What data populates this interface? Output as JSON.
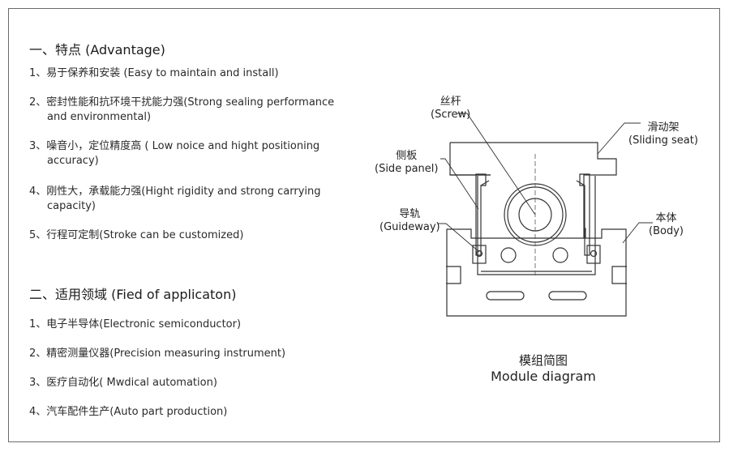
{
  "advantage": {
    "title": "一、特点 (Advantage)",
    "items": [
      {
        "line1": "1、易于保养和安装 (Easy to maintain and install)",
        "line2": ""
      },
      {
        "line1": "2、密封性能和抗环境干扰能力强(Strong sealing performance",
        "line2": "and environmental)"
      },
      {
        "line1": "3、噪音小，定位精度高 ( Low noice and hight positioning",
        "line2": "accuracy)"
      },
      {
        "line1": "4、刚性大，承载能力强(Hight rigidity and strong carrying",
        "line2": "capacity)"
      },
      {
        "line1": "5、行程可定制(Stroke can be customized)",
        "line2": ""
      }
    ]
  },
  "application": {
    "title": "二、适用领域 (Fied of applicaton)",
    "items": [
      "1、电子半导体(Electronic semiconductor)",
      "2、精密测量仪器(Precision measuring instrument)",
      "3、医疗自动化( Mwdical automation)",
      "4、汽车配件生产(Auto part production)"
    ]
  },
  "diagram": {
    "labels": {
      "screw_cn": "丝杆",
      "screw_en": "(Screw)",
      "slide_cn": "滑动架",
      "slide_en": "(Sliding seat)",
      "side_cn": "侧板",
      "side_en": "(Side panel)",
      "guide_cn": "导轨",
      "guide_en": "(Guideway)",
      "body_cn": "本体",
      "body_en": "(Body)"
    },
    "caption_cn": "模组简图",
    "caption_en": "Module diagram"
  }
}
